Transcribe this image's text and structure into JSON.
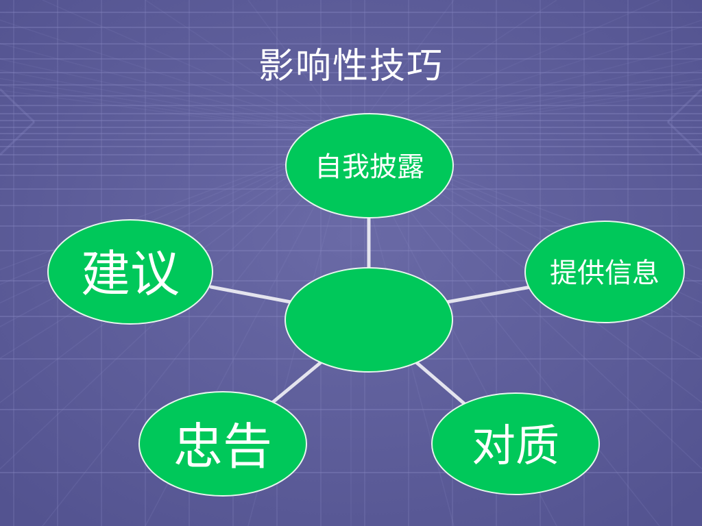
{
  "slide": {
    "title": "影响性技巧"
  },
  "colors": {
    "background": "#5f5f9a",
    "grid_line": "#8a8ac4",
    "node_fill": "#00c85a",
    "node_stroke": "#e8f5ee",
    "connector": "#e4e4ee",
    "text": "#ffffff"
  },
  "diagram": {
    "center": {
      "label": ""
    },
    "nodes": [
      {
        "id": "self-disclosure",
        "label": "自我披露"
      },
      {
        "id": "provide-info",
        "label": "提供信息"
      },
      {
        "id": "confrontation",
        "label": "对质"
      },
      {
        "id": "advice",
        "label": "忠告"
      },
      {
        "id": "suggestion",
        "label": "建议"
      }
    ]
  }
}
